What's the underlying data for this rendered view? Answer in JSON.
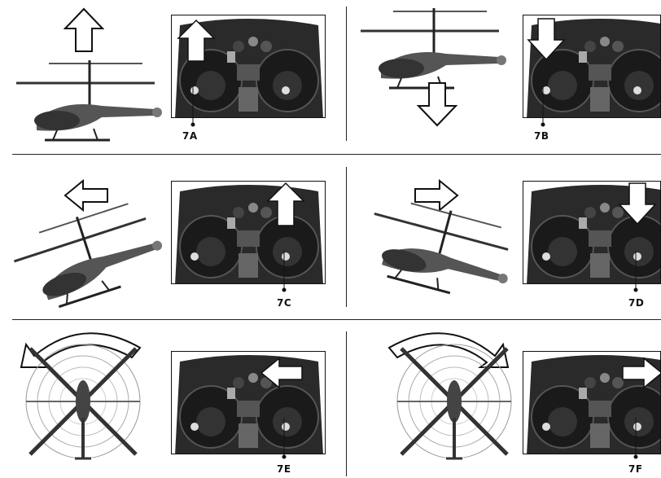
{
  "panels": [
    {
      "label": "7A"
    },
    {
      "label": "7B"
    },
    {
      "label": "7C"
    },
    {
      "label": "7D"
    },
    {
      "label": "7E"
    },
    {
      "label": "7F"
    }
  ],
  "icons": {
    "arrow": "outline-arrow",
    "remote": "remote-controller-image",
    "helicopter": "rc-helicopter-image"
  }
}
